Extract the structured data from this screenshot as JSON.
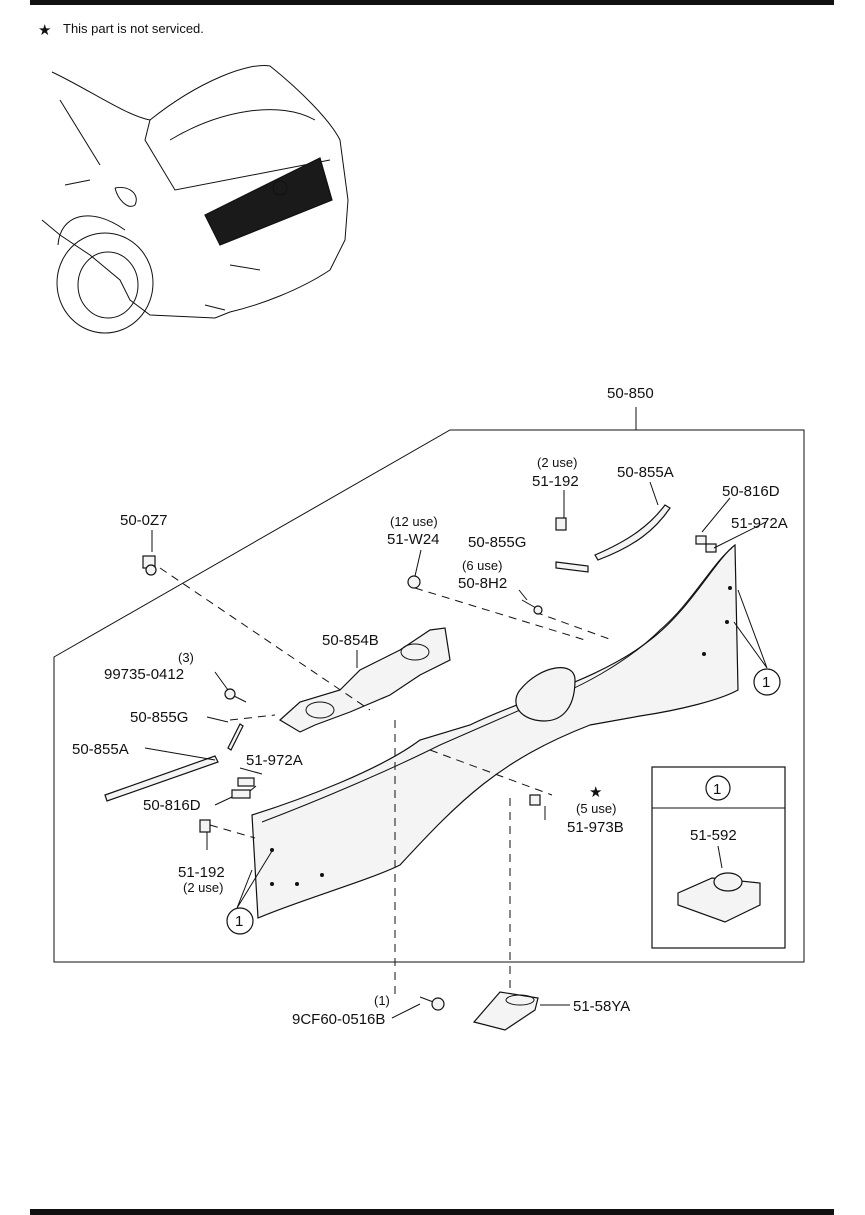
{
  "note": {
    "symbol": "★",
    "text": "This part is not serviced."
  },
  "frame_label": "50-850",
  "callouts": {
    "c_50_0z7": "50-0Z7",
    "c_99735": "99735-0412",
    "c_99735_qty": "(3)",
    "c_50_854b": "50-854B",
    "c_50_855g_l": "50-855G",
    "c_50_855a_l": "50-855A",
    "c_51_972a_l": "51-972A",
    "c_50_816d_l": "50-816D",
    "c_51_192_l": "51-192",
    "c_51_192_l_qty": "(2 use)",
    "c_51_192_r": "51-192",
    "c_51_192_r_qty": "(2 use)",
    "c_50_855a_r": "50-855A",
    "c_50_816d_r": "50-816D",
    "c_51_972a_r": "51-972A",
    "c_51_w24": "51-W24",
    "c_51_w24_qty": "(12 use)",
    "c_50_855g_r": "50-855G",
    "c_50_8h2": "50-8H2",
    "c_50_8h2_qty": "(6 use)",
    "c_51_973b": "51-973B",
    "c_51_973b_qty": "(5 use)",
    "c_51_973b_star": "★",
    "c_9cf60": "9CF60-0516B",
    "c_9cf60_qty": "(1)",
    "c_51_58ya": "51-58YA",
    "ref_circle": "1",
    "inset_title": "1",
    "inset_part": "51-592"
  }
}
